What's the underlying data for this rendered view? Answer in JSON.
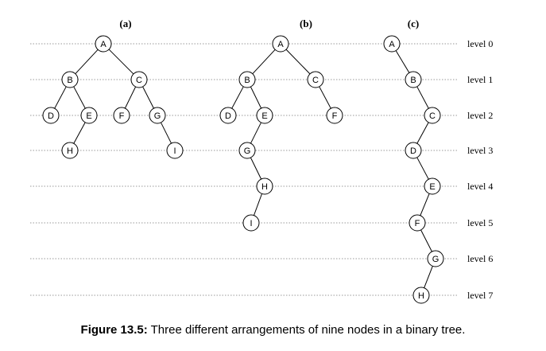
{
  "figure": {
    "panels": [
      {
        "label": "(a)",
        "nodes": [
          {
            "id": "A",
            "level": 0
          },
          {
            "id": "B",
            "level": 1
          },
          {
            "id": "C",
            "level": 1
          },
          {
            "id": "D",
            "level": 2
          },
          {
            "id": "E",
            "level": 2
          },
          {
            "id": "F",
            "level": 2
          },
          {
            "id": "G",
            "level": 2
          },
          {
            "id": "H",
            "level": 3
          },
          {
            "id": "I",
            "level": 3
          }
        ],
        "edges": [
          [
            "A",
            "B"
          ],
          [
            "A",
            "C"
          ],
          [
            "B",
            "D"
          ],
          [
            "B",
            "E"
          ],
          [
            "C",
            "F"
          ],
          [
            "C",
            "G"
          ],
          [
            "E",
            "H"
          ],
          [
            "G",
            "I"
          ]
        ]
      },
      {
        "label": "(b)",
        "nodes": [
          {
            "id": "A",
            "level": 0
          },
          {
            "id": "B",
            "level": 1
          },
          {
            "id": "C",
            "level": 1
          },
          {
            "id": "D",
            "level": 2
          },
          {
            "id": "E",
            "level": 2
          },
          {
            "id": "F",
            "level": 2
          },
          {
            "id": "G",
            "level": 3
          },
          {
            "id": "H",
            "level": 4
          },
          {
            "id": "I",
            "level": 5
          }
        ],
        "edges": [
          [
            "A",
            "B"
          ],
          [
            "A",
            "C"
          ],
          [
            "B",
            "D"
          ],
          [
            "B",
            "E"
          ],
          [
            "C",
            "F"
          ],
          [
            "E",
            "G"
          ],
          [
            "G",
            "H"
          ],
          [
            "H",
            "I"
          ]
        ]
      },
      {
        "label": "(c)",
        "nodes": [
          {
            "id": "A",
            "level": 0
          },
          {
            "id": "B",
            "level": 1
          },
          {
            "id": "C",
            "level": 2
          },
          {
            "id": "D",
            "level": 3
          },
          {
            "id": "E",
            "level": 4
          },
          {
            "id": "F",
            "level": 5
          },
          {
            "id": "G",
            "level": 6
          },
          {
            "id": "H",
            "level": 7
          }
        ],
        "edges": [
          [
            "A",
            "B"
          ],
          [
            "B",
            "C"
          ],
          [
            "C",
            "D"
          ],
          [
            "D",
            "E"
          ],
          [
            "E",
            "F"
          ],
          [
            "F",
            "G"
          ],
          [
            "G",
            "H"
          ]
        ]
      }
    ],
    "levels": [
      "level 0",
      "level 1",
      "level 2",
      "level 3",
      "level 4",
      "level 5",
      "level 6",
      "level 7"
    ]
  },
  "caption": {
    "number": "Figure 13.5:",
    "text": " Three different arrangements of nine nodes in a binary tree."
  }
}
